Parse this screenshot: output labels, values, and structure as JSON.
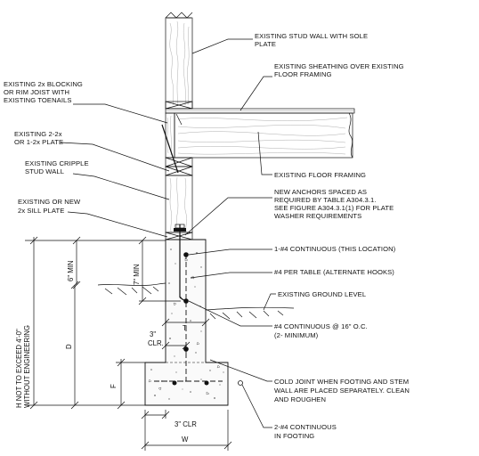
{
  "callouts": {
    "stud_wall": [
      "EXISTING STUD WALL WITH SOLE",
      "PLATE"
    ],
    "sheathing": [
      "EXISTING SHEATHING OVER EXISTING",
      "FLOOR FRAMING"
    ],
    "blocking": [
      "EXISTING 2x BLOCKING",
      "OR RIM JOIST WITH",
      "EXISTING TOENAILS"
    ],
    "plate": [
      "EXISTING 2-2x",
      "OR 1-2x PLATE"
    ],
    "cripple": [
      "EXISTING CRIPPLE",
      "STUD WALL"
    ],
    "floor_framing": [
      "EXISTING FLOOR FRAMING"
    ],
    "sill": [
      "EXISTING OR NEW",
      "2x SILL PLATE"
    ],
    "anchors": [
      "NEW ANCHORS SPACED AS",
      "REQUIRED BY TABLE A304.3.1.",
      "SEE FIGURE A304.3.1(1) FOR PLATE",
      "WASHER REQUIREMENTS"
    ],
    "bar_top": [
      "1-#4 CONTINUOUS (THIS LOCATION)"
    ],
    "bar_table": [
      "#4 PER TABLE (ALTERNATE HOOKS)"
    ],
    "ground": [
      "EXISTING GROUND LEVEL"
    ],
    "bar_cont": [
      "#4 CONTINUOUS @ 16\" O.C.",
      "(2- MINIMUM)"
    ],
    "cold_joint": [
      "COLD JOINT WHEN FOOTING AND STEM",
      "WALL ARE PLACED SEPARATELY. CLEAN",
      "AND ROUGHEN"
    ],
    "footing_bars": [
      "2-#4 CONTINUOUS",
      "IN FOOTING"
    ]
  },
  "dimensions": {
    "h_limit": [
      "H NOT TO EXCEED 4'-0\"",
      "WITHOUT ENGINEERING"
    ],
    "six_min": "6\" MIN",
    "seven_min": "7\" MIN",
    "d": "D",
    "t": "T",
    "clr3": [
      "3\"",
      "CLR."
    ],
    "f": "F",
    "clr3_bottom": "3\" CLR",
    "w": "W"
  }
}
